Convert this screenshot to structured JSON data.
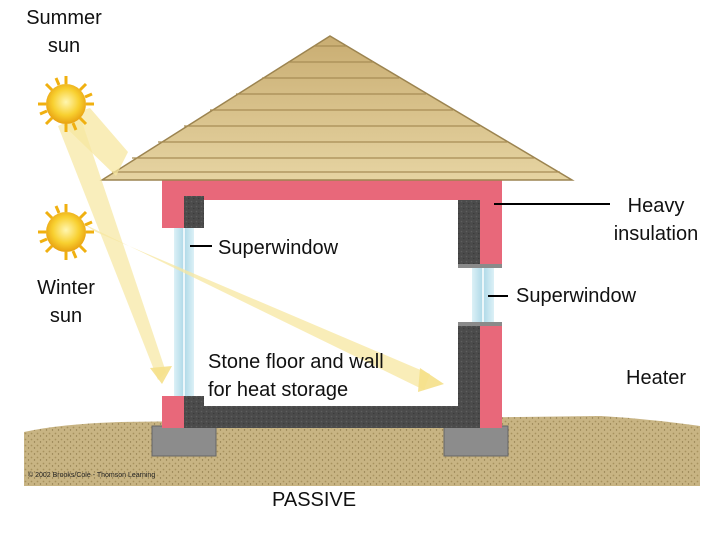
{
  "labels": {
    "summer_sun": [
      "Summer",
      "sun"
    ],
    "winter_sun": [
      "Winter",
      "sun"
    ],
    "superwindow_left": "Superwindow",
    "superwindow_right": "Superwindow",
    "heavy_insulation": [
      "Heavy",
      "insulation"
    ],
    "stone_floor": [
      "Stone floor and wall",
      "for heat storage"
    ],
    "heater": "Heater",
    "caption": "PASSIVE",
    "copyright": "© 2002 Brooks/Cole - Thomson Learning"
  },
  "icons": [
    "summer-sun-icon",
    "winter-sun-icon"
  ],
  "colors": {
    "insulation": "#e8687a",
    "stone": "#4a4a4a",
    "roof": "#d8c48e",
    "ground": "#c8b483",
    "sunbeam": "#f7e7a0",
    "sun": "#f6c423",
    "window_glass": "#bfe3ee"
  }
}
